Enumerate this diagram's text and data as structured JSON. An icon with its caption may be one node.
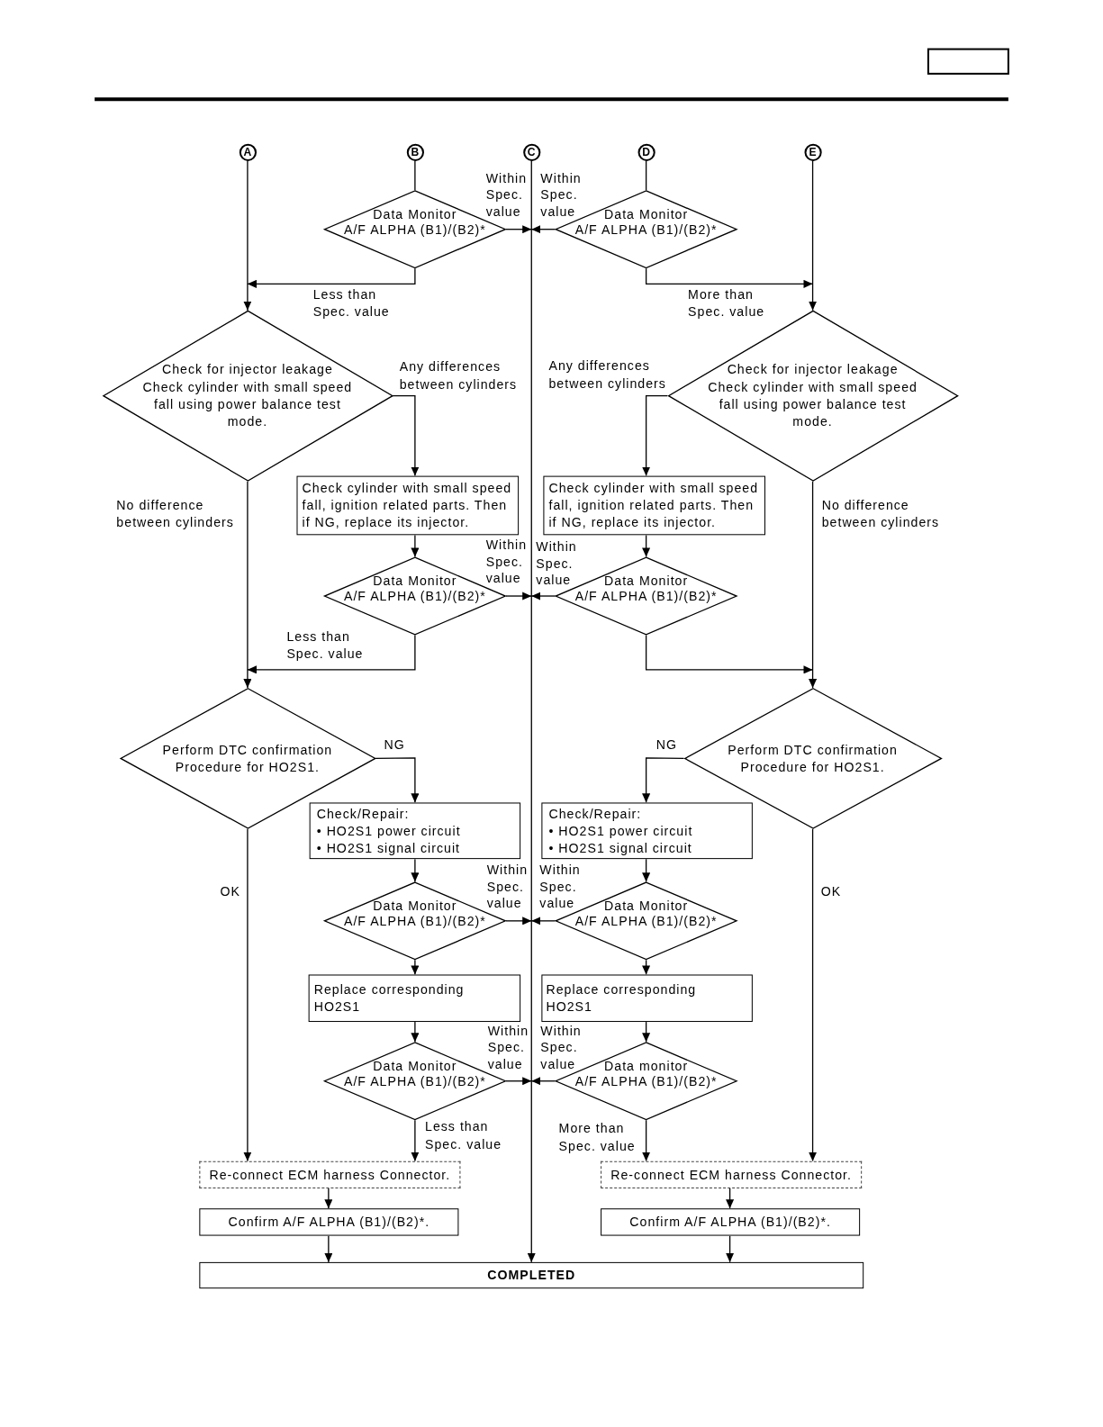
{
  "diagram": {
    "nodes": [
      {
        "text": [
          "A"
        ]
      },
      {
        "text": [
          "B"
        ]
      },
      {
        "text": [
          "C"
        ]
      },
      {
        "text": [
          "D"
        ]
      },
      {
        "text": [
          "E"
        ]
      },
      {
        "text": [
          "Data Monitor",
          "A/F ALPHA (B1)/(B2)*"
        ]
      },
      {
        "text": [
          "Data Monitor",
          "A/F ALPHA (B1)/(B2)*"
        ]
      },
      {
        "text": [
          "Check for injector leakage",
          "Check cylinder with small speed fall using power balance test mode."
        ]
      },
      {
        "text": [
          "Check for injector leakage",
          "Check cylinder with small speed fall using power balance test mode."
        ]
      },
      {
        "text": [
          "Check cylinder with small speed fall, ignition related parts. Then if NG, replace its injector."
        ]
      },
      {
        "text": [
          "Check cylinder with small speed fall, ignition related parts. Then if NG, replace its injector."
        ]
      },
      {
        "text": [
          "Data Monitor",
          "A/F ALPHA (B1)/(B2)*"
        ]
      },
      {
        "text": [
          "Data Monitor",
          "A/F ALPHA (B1)/(B2)*"
        ]
      },
      {
        "text": [
          "Perform DTC confirmation Procedure for HO2S1."
        ]
      },
      {
        "text": [
          "Perform DTC confirmation Procedure for HO2S1."
        ]
      },
      {
        "text": [
          "Check/Repair:",
          "• HO2S1 power circuit",
          "• HO2S1 signal circuit"
        ]
      },
      {
        "text": [
          "Check/Repair:",
          "• HO2S1 power circuit",
          "• HO2S1 signal circuit"
        ]
      },
      {
        "text": [
          "Data Monitor",
          "A/F ALPHA (B1)/(B2)*"
        ]
      },
      {
        "text": [
          "Data Monitor",
          "A/F ALPHA (B1)/(B2)*"
        ]
      },
      {
        "text": [
          "Replace corresponding HO2S1"
        ]
      },
      {
        "text": [
          "Replace corresponding HO2S1"
        ]
      },
      {
        "text": [
          "Data Monitor",
          "A/F ALPHA (B1)/(B2)*"
        ]
      },
      {
        "text": [
          "Data monitor",
          "A/F ALPHA (B1)/(B2)*"
        ]
      },
      {
        "text": [
          "Re-connect ECM harness Connector."
        ]
      },
      {
        "text": [
          "Re-connect ECM harness Connector."
        ]
      },
      {
        "text": [
          "Confirm A/F ALPHA (B1)/(B2)*."
        ]
      },
      {
        "text": [
          "Confirm A/F ALPHA (B1)/(B2)*."
        ]
      },
      {
        "text": [
          "COMPLETED"
        ]
      }
    ],
    "edges": [
      {
        "from": 0,
        "to": 7,
        "arrow": "to"
      },
      {
        "from": 1,
        "to": 5,
        "arrow": "none"
      },
      {
        "from": 2,
        "to": 27,
        "arrow": "to"
      },
      {
        "from": 3,
        "to": 6,
        "arrow": "none"
      },
      {
        "from": 4,
        "to": 8,
        "arrow": "to"
      },
      {
        "from": 5,
        "to": 27,
        "arrow": "to",
        "label": "Within Spec. value"
      },
      {
        "from": 5,
        "to": 7,
        "arrow": "to",
        "label": "Less than Spec. value"
      },
      {
        "from": 6,
        "to": 27,
        "arrow": "to",
        "label": "Within Spec. value"
      },
      {
        "from": 6,
        "to": 8,
        "arrow": "to",
        "label": "More than Spec. value"
      },
      {
        "from": 7,
        "to": 9,
        "arrow": "to",
        "label": "Any differences between cylinders"
      },
      {
        "from": 7,
        "to": 13,
        "arrow": "to",
        "label": "No difference between cylinders"
      },
      {
        "from": 8,
        "to": 10,
        "arrow": "to",
        "label": "Any differences between cylinders"
      },
      {
        "from": 8,
        "to": 14,
        "arrow": "to",
        "label": "No difference between cylinders"
      },
      {
        "from": 9,
        "to": 11,
        "arrow": "to"
      },
      {
        "from": 10,
        "to": 12,
        "arrow": "to"
      },
      {
        "from": 11,
        "to": 27,
        "arrow": "to",
        "label": "Within Spec. value"
      },
      {
        "from": 11,
        "to": 13,
        "arrow": "to",
        "label": "Less than Spec. value"
      },
      {
        "from": 12,
        "to": 27,
        "arrow": "to",
        "label": "Within Spec. value"
      },
      {
        "from": 12,
        "to": 14,
        "arrow": "to"
      },
      {
        "from": 13,
        "to": 15,
        "arrow": "to",
        "label": "NG"
      },
      {
        "from": 13,
        "to": 23,
        "arrow": "to",
        "label": "OK"
      },
      {
        "from": 14,
        "to": 16,
        "arrow": "to",
        "label": "NG"
      },
      {
        "from": 14,
        "to": 24,
        "arrow": "to",
        "label": "OK"
      },
      {
        "from": 15,
        "to": 17,
        "arrow": "to"
      },
      {
        "from": 16,
        "to": 18,
        "arrow": "to"
      },
      {
        "from": 17,
        "to": 27,
        "arrow": "to",
        "label": "Within Spec. value"
      },
      {
        "from": 17,
        "to": 19,
        "arrow": "to"
      },
      {
        "from": 18,
        "to": 27,
        "arrow": "to",
        "label": "Within Spec. value"
      },
      {
        "from": 18,
        "to": 20,
        "arrow": "to"
      },
      {
        "from": 19,
        "to": 21,
        "arrow": "to"
      },
      {
        "from": 20,
        "to": 22,
        "arrow": "to"
      },
      {
        "from": 21,
        "to": 27,
        "arrow": "to",
        "label": "Within Spec. value"
      },
      {
        "from": 21,
        "to": 23,
        "arrow": "to",
        "label": "Less than Spec. value"
      },
      {
        "from": 22,
        "to": 27,
        "arrow": "to",
        "label": "Within Spec. value"
      },
      {
        "from": 22,
        "to": 24,
        "arrow": "to",
        "label": "More than Spec. value"
      },
      {
        "from": 23,
        "to": 25,
        "arrow": "to"
      },
      {
        "from": 24,
        "to": 26,
        "arrow": "to"
      },
      {
        "from": 25,
        "to": 27,
        "arrow": "to"
      },
      {
        "from": 26,
        "to": 27,
        "arrow": "to"
      }
    ]
  }
}
